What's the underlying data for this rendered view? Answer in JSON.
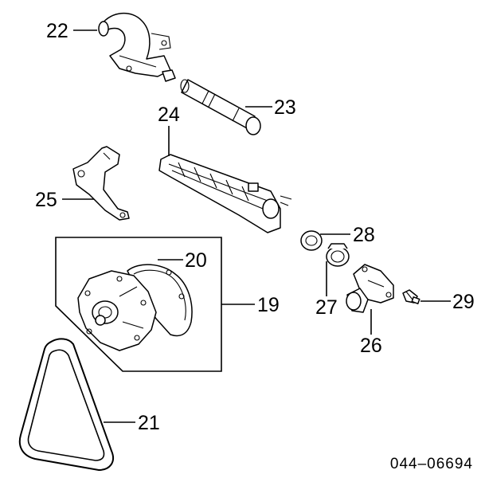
{
  "diagram": {
    "reference_code": "044–06694",
    "callouts": {
      "p19": "19",
      "p20": "20",
      "p21": "21",
      "p22": "22",
      "p23": "23",
      "p24": "24",
      "p25": "25",
      "p26": "26",
      "p27": "27",
      "p28": "28",
      "p29": "29"
    }
  }
}
